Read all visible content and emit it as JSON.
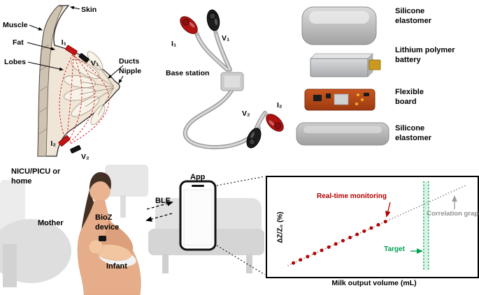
{
  "panels": {
    "anatomy": {
      "labels": {
        "skin": "Skin",
        "muscle": "Muscle",
        "fat": "Fat",
        "lobes": "Lobes",
        "ducts": "Ducts",
        "nipple": "Nipple",
        "i1": "I₁",
        "v1": "V₁",
        "i2": "I₂",
        "v2": "V₂"
      }
    },
    "cable": {
      "base_station": "Base station",
      "i1": "I₁",
      "v1": "V₁",
      "v2": "V₂",
      "i2": "I₂"
    },
    "device": {
      "layer_top": "Silicone elastomer",
      "layer_battery": "Lithium polymer battery",
      "layer_board": "Flexible board",
      "layer_bottom": "Silicone elastomer"
    },
    "scene": {
      "location": "NICU/PICU or home",
      "mother": "Mother",
      "bioz": "BioZ device",
      "infant": "Infant",
      "app": "App",
      "ble": "BLE."
    }
  },
  "chart_data": {
    "type": "scatter",
    "title": "",
    "xlabel": "Milk output volume (mL)",
    "ylabel": "ΔZ/Z₀ (%)",
    "xlim": [
      0,
      100
    ],
    "ylim": [
      0,
      100
    ],
    "grid": false,
    "series": [
      {
        "name": "Real-time monitoring",
        "color": "#b40000",
        "x": [
          3,
          7,
          11,
          15,
          19,
          23,
          27,
          31,
          35,
          39,
          43,
          47,
          51,
          55
        ],
        "y": [
          4.9,
          8.7,
          12.6,
          16.4,
          20.2,
          24.1,
          27.9,
          31.8,
          35.6,
          39.4,
          43.3,
          47.1,
          51.0,
          54.8
        ]
      }
    ],
    "correlation_line": {
      "label": "Correlation graph",
      "color": "#9a9a9a",
      "x": [
        0,
        100
      ],
      "y": [
        2,
        98
      ]
    },
    "target": {
      "label": "Target",
      "x": 78,
      "color": "#00a050",
      "band_color": "rgba(0,176,80,0.15)"
    }
  }
}
